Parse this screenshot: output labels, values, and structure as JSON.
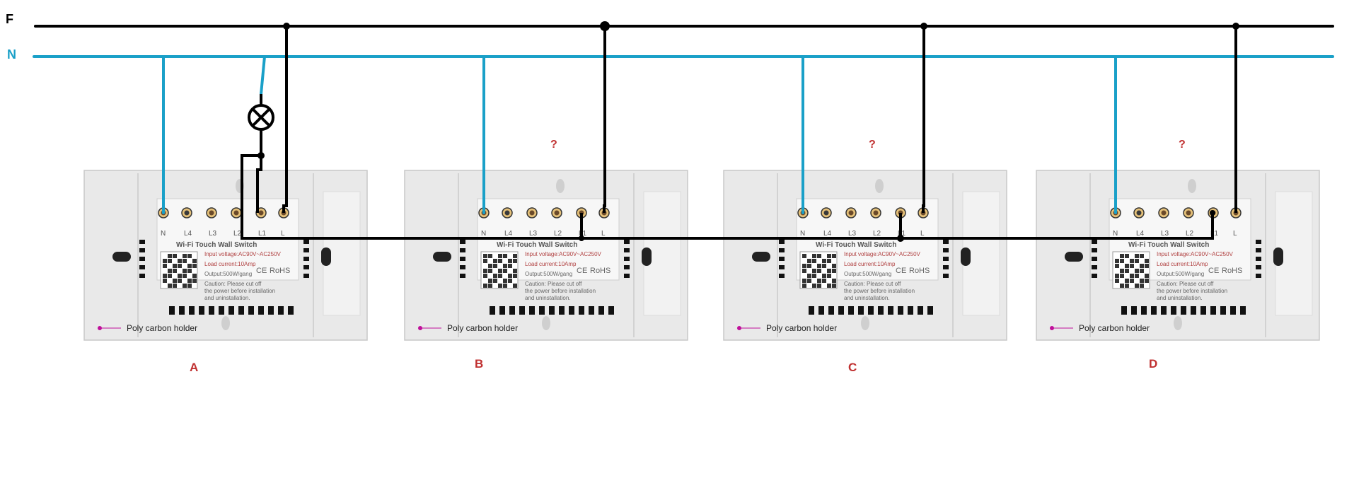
{
  "lines": {
    "f_label": "F",
    "n_label": "N",
    "f_color": "#000000",
    "n_color": "#1aa0c8"
  },
  "switches": [
    {
      "id": "A",
      "label": "A",
      "mark": ""
    },
    {
      "id": "B",
      "label": "B",
      "mark": "?"
    },
    {
      "id": "C",
      "label": "C",
      "mark": "?"
    },
    {
      "id": "D",
      "label": "D",
      "mark": "?"
    }
  ],
  "module": {
    "terminals": [
      "N",
      "L4",
      "L3",
      "L2",
      "L1",
      "L"
    ],
    "title": "Wi-Fi Touch Wall Switch",
    "input_voltage": "Input voltage:AC90V~AC250V",
    "load_current": "Load current:10Amp",
    "output": "Output:500W/gang",
    "caution": "Caution: Please cut off",
    "caution2": "the power before installation",
    "caution3": "and uninstallation.",
    "cert_ce": "CE",
    "cert_rohs": "RoHS"
  },
  "holder_label": "Poly carbon holder",
  "lamp_icon": "lamp-cross-icon",
  "accent_mark_color": "#c03030"
}
